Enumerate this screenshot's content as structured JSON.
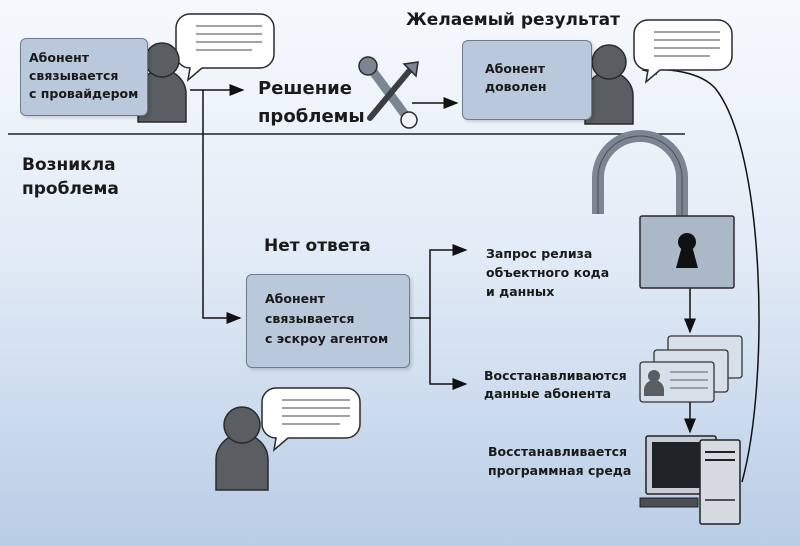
{
  "top_left_box": {
    "line1": "Абонент",
    "line2": "связывается",
    "line3": "с провайдером"
  },
  "problem_solving": {
    "line1": "Решение",
    "line2": "проблемы"
  },
  "desired_result_title": "Желаемый результат",
  "satisfied_box": {
    "line1": "Абонент",
    "line2": "доволен"
  },
  "problem_occurred": {
    "line1": "Возникла",
    "line2": "проблема"
  },
  "no_answer": "Нет ответа",
  "escrow_box": {
    "line1": "Абонент",
    "line2": "связывается",
    "line3": "с эскроу агентом"
  },
  "request_release": {
    "line1": "Запрос релиза",
    "line2": "объектного кода",
    "line3": "и данных"
  },
  "data_restored": {
    "line1": "Восстанавливаются",
    "line2": "данные абонента"
  },
  "env_restored": {
    "line1": "Восстанавливается",
    "line2": "программная среда"
  }
}
